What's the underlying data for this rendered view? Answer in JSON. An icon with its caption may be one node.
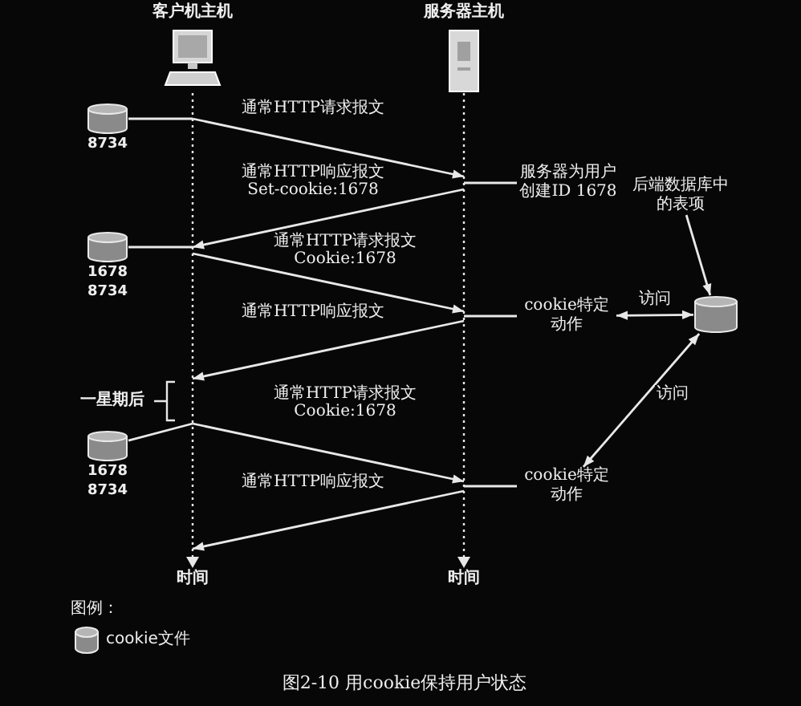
{
  "diagram": {
    "caption": "图2-10 用cookie保持用户状态",
    "nodes": [
      {
        "text": [
          "客户机主机"
        ],
        "beside": [
          "时间"
        ]
      },
      {
        "text": [
          "服务器主机"
        ],
        "beside": [
          "时间"
        ]
      },
      {
        "text": [
          "8734"
        ]
      },
      {
        "text": [
          "1678",
          "8734"
        ]
      },
      {
        "text": [
          "1678",
          "8734"
        ]
      },
      {
        "text": [
          "服务器为用户创建ID 1678"
        ]
      },
      {
        "text": [
          "后端数据库中的表项"
        ]
      },
      {
        "text": [],
        "shape": "cylinder"
      },
      {
        "text": [
          "cookie特定动作"
        ]
      },
      {
        "text": [
          "cookie特定动作"
        ]
      }
    ],
    "edges": [
      {
        "from": 2,
        "to": 0,
        "arrow": "none"
      },
      {
        "from": 0,
        "to": 1,
        "arrow": "to",
        "label": "通常HTTP请求报文"
      },
      {
        "from": 5,
        "to": 1,
        "arrow": "none"
      },
      {
        "from": 1,
        "to": 0,
        "arrow": "to",
        "label": "通常HTTP响应报文 Set-cookie:1678"
      },
      {
        "from": 3,
        "to": 0,
        "arrow": "none"
      },
      {
        "from": 0,
        "to": 1,
        "arrow": "to",
        "label": "通常HTTP请求报文 Cookie:1678"
      },
      {
        "from": 6,
        "to": 7,
        "arrow": "to"
      },
      {
        "from": 8,
        "to": 1,
        "arrow": "none"
      },
      {
        "from": 8,
        "to": 7,
        "arrow": "both",
        "label": "访问"
      },
      {
        "from": 1,
        "to": 0,
        "arrow": "to",
        "label": "通常HTTP响应报文"
      },
      {
        "from": 4,
        "to": 0,
        "arrow": "none"
      },
      {
        "from": 0,
        "to": 1,
        "arrow": "to",
        "label": "通常HTTP请求报文 Cookie:1678"
      },
      {
        "from": 9,
        "to": 1,
        "arrow": "none"
      },
      {
        "from": 7,
        "to": 9,
        "arrow": "both",
        "label": "访问"
      },
      {
        "from": 1,
        "to": 0,
        "arrow": "to",
        "label": "通常HTTP响应报文"
      }
    ],
    "labels": [
      "一星期后",
      "图例："
    ],
    "legend": [
      {
        "text": "cookie文件"
      }
    ]
  }
}
